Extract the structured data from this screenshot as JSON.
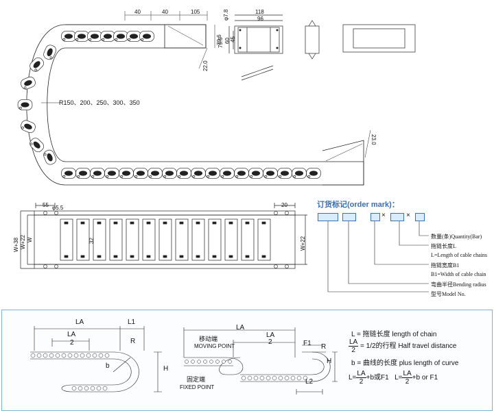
{
  "top_view": {
    "dims": {
      "d40a": "40",
      "d40b": "40",
      "d105": "105",
      "d79_6": "79.6",
      "d22_0": "22.0",
      "d23_0": "23.0"
    },
    "radius_label": "R150、200、250、300、350"
  },
  "section_view": {
    "dims": {
      "phi": "φ7.8",
      "d118": "118",
      "d96": "96",
      "d79_6": "79.6",
      "d60": "60",
      "d45": "45"
    }
  },
  "bottom_view": {
    "dims": {
      "d55": "55",
      "phi": "φ5.5",
      "w38": "W+38",
      "w22": "W+22",
      "w": "W",
      "d32": "32",
      "w22r": "W+22",
      "d20": "20"
    }
  },
  "order": {
    "title": "订货标记(order mark)：",
    "lines": [
      "数量(条)Quantity(Bar)",
      "拖链长度L",
      "L=Length of cable chains",
      "拖链宽度B1",
      "B1=Width of cable chain",
      "弯曲半径Bending radius",
      "型号Model No."
    ]
  },
  "legend": {
    "left": {
      "LA": "LA",
      "L1": "L1",
      "LA2": "LA",
      "two": "2",
      "R": "R",
      "b": "b",
      "H": "H"
    },
    "middle": {
      "LA": "LA",
      "LA2": "LA",
      "two": "2",
      "moving_cn": "移动端",
      "moving_en": "MOVING POINT",
      "fixed_cn": "固定端",
      "fixed_en": "FIXED POINT",
      "F1": "F1",
      "R": "R",
      "H": "H",
      "L2": "L2"
    },
    "rows": [
      {
        "sym": "L",
        "text": "= 拖链长度  length of chain"
      },
      {
        "num": "LA",
        "den": "2",
        "text": "= 1/2的行程  Half travel distance"
      },
      {
        "sym": "b",
        "text": "= 曲线的长度  plus length of curve"
      }
    ],
    "formula": {
      "L": "L=",
      "num": "LA",
      "den": "2",
      "mid": "+b或F1",
      "L2": "L=",
      "num2": "LA",
      "den2": "2",
      "end": "+b or F1"
    }
  }
}
